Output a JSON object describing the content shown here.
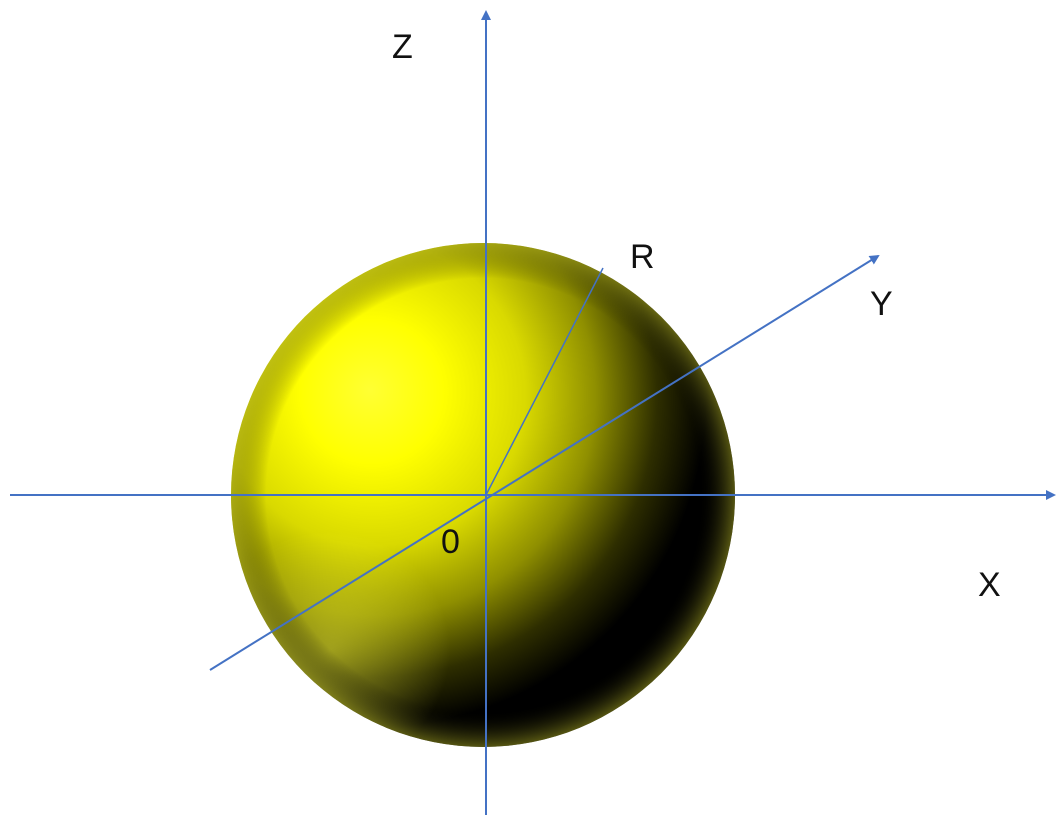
{
  "labels": {
    "z_axis": "Z",
    "y_axis": "Y",
    "x_axis": "X",
    "radius": "R",
    "origin": "0"
  },
  "colors": {
    "axis": "#4472C4",
    "sphere_highlight": "#FFFF33",
    "sphere_base": "#FFFF00",
    "sphere_shadow": "#000000",
    "text": "#111111",
    "background": "#FFFFFF"
  }
}
